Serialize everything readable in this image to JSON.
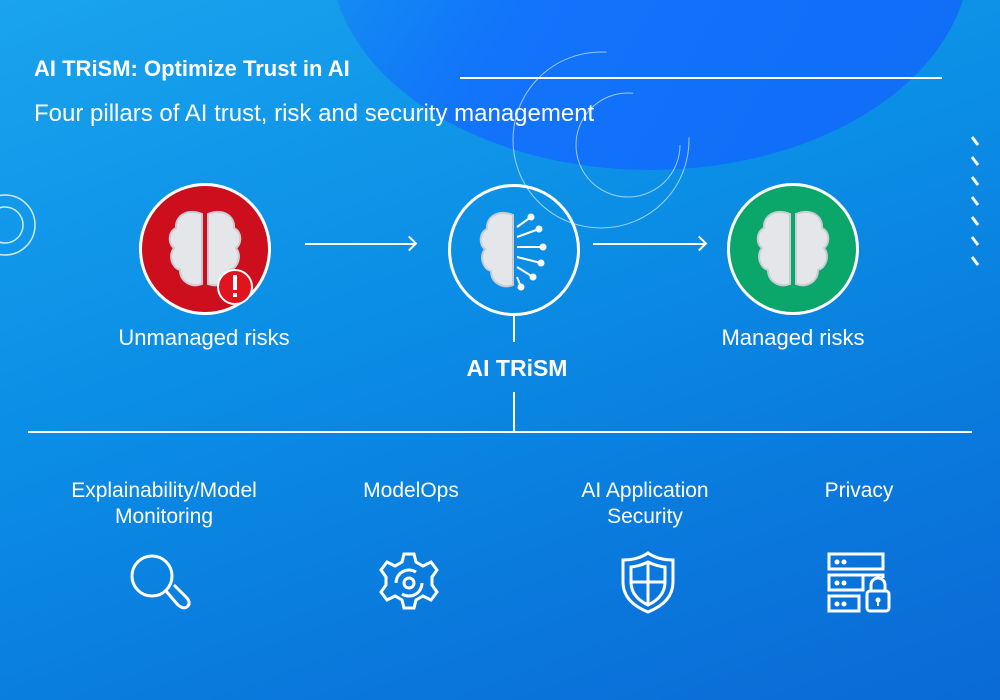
{
  "header": {
    "title": "AI TRiSM: Optimize Trust in AI",
    "subtitle": "Four pillars of AI trust, risk and security management"
  },
  "flow": {
    "unmanaged_label": "Unmanaged risks",
    "center_label": "AI TRiSM",
    "managed_label": "Managed risks",
    "colors": {
      "unmanaged": "#cc0e1d",
      "managed": "#0aa66a"
    }
  },
  "pillars": [
    {
      "label": "Explainability/Model Monitoring",
      "icon": "magnifier-icon"
    },
    {
      "label": "ModelOps",
      "icon": "gear-icon"
    },
    {
      "label": "AI Application Security",
      "icon": "shield-icon"
    },
    {
      "label": "Privacy",
      "icon": "server-lock-icon"
    }
  ]
}
